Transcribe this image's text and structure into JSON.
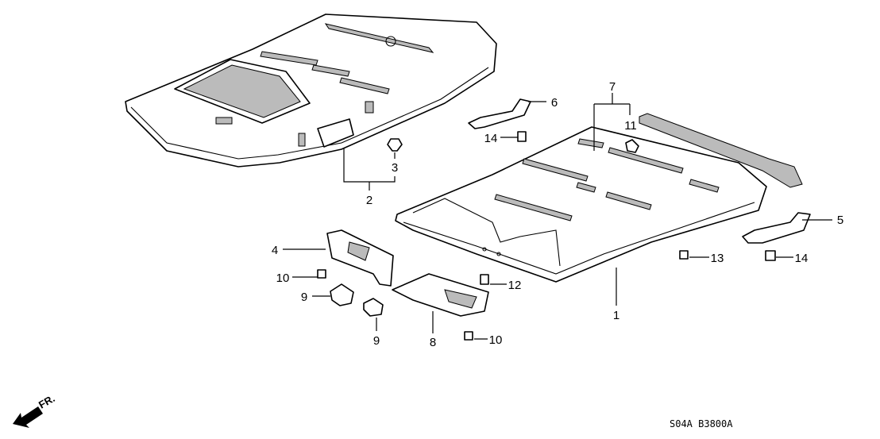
{
  "diagram": {
    "labels": [
      "1",
      "2",
      "3",
      "4",
      "5",
      "6",
      "7",
      "8",
      "9",
      "9",
      "10",
      "10",
      "11",
      "12",
      "13",
      "14",
      "14"
    ],
    "front_indicator": "FR.",
    "diagram_code": "S04A B3800A"
  }
}
